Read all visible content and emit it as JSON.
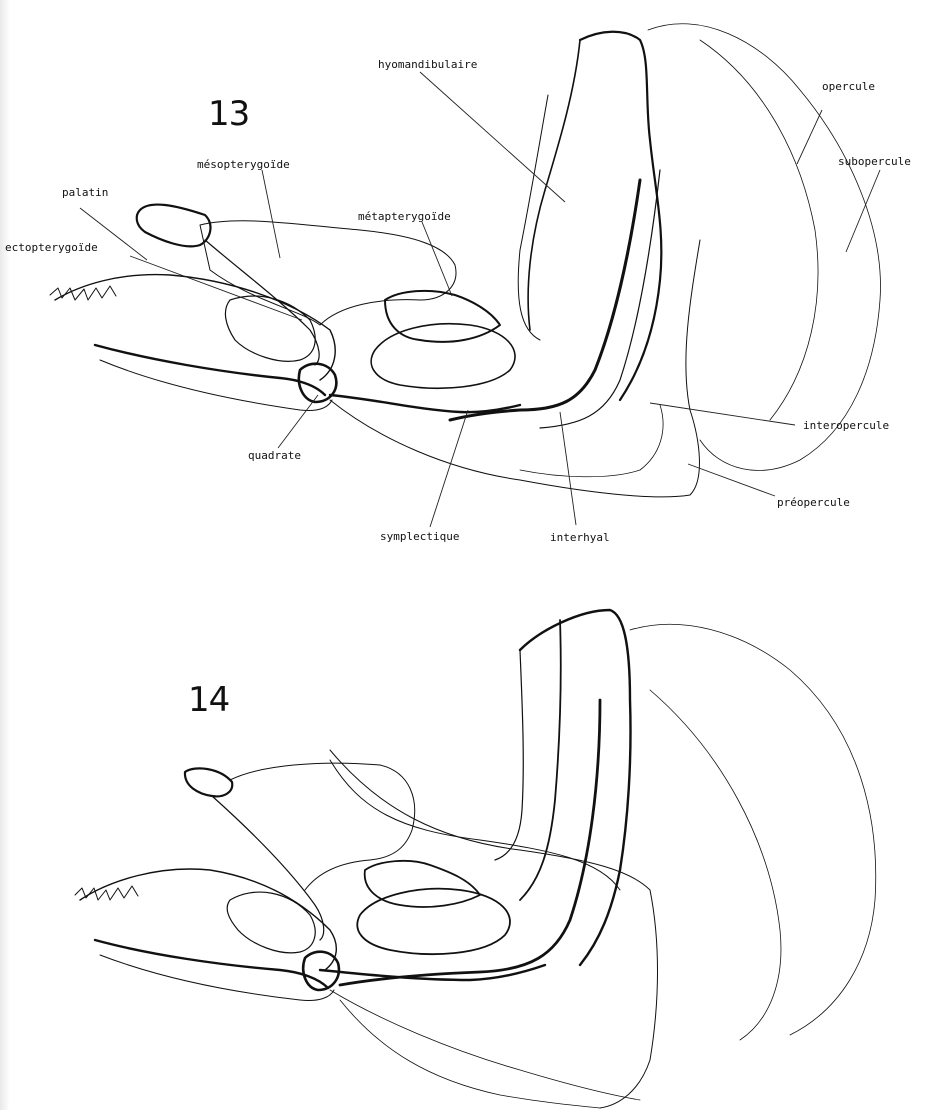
{
  "figures": [
    {
      "number": "13",
      "labels": {
        "hyomandibulaire": "hyomandibulaire",
        "opercule": "opercule",
        "mesopterygoide": "mésopterygoïde",
        "subopercule": "subopercule",
        "palatin": "palatin",
        "metapterygoide": "métapterygoïde",
        "ectopterygoide": "ectopterygoïde",
        "interopercule": "interopercule",
        "quadrate": "quadrate",
        "preopercule": "préopercule",
        "symplectique": "symplectique",
        "interhyal": "interhyal"
      }
    },
    {
      "number": "14"
    }
  ]
}
